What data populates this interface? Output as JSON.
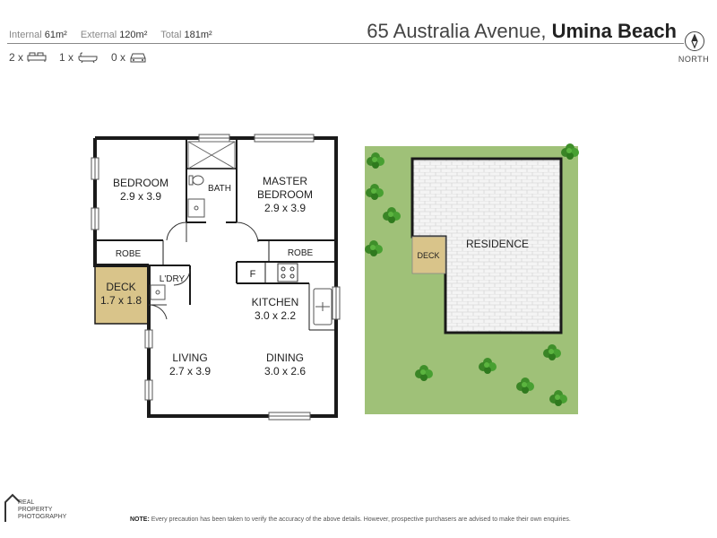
{
  "header": {
    "internal_label": "Internal",
    "internal_value": "61m²",
    "external_label": "External",
    "external_value": "120m²",
    "total_label": "Total",
    "total_value": "181m²",
    "bedrooms": "2 x",
    "bathrooms": "1 x",
    "carspaces": "0 x",
    "address_street": "65 Australia Avenue,",
    "address_suburb": "Umina Beach",
    "north_label": "NORTH"
  },
  "floorplan": {
    "bedroom_name": "BEDROOM",
    "bedroom_size": "2.9 x 3.9",
    "bath_name": "BATH",
    "master_name_1": "MASTER",
    "master_name_2": "BEDROOM",
    "master_size": "2.9 x 3.9",
    "robe_left": "ROBE",
    "robe_right": "ROBE",
    "deck_name": "DECK",
    "deck_size": "1.7 x 1.8",
    "laundry_name": "L'DRY",
    "fridge_label": "F",
    "kitchen_name": "KITCHEN",
    "kitchen_size": "3.0 x 2.2",
    "living_name": "LIVING",
    "living_size": "2.7 x 3.9",
    "dining_name": "DINING",
    "dining_size": "3.0 x 2.6"
  },
  "siteplan": {
    "residence_label": "RESIDENCE",
    "deck_label": "DECK"
  },
  "footer": {
    "note_label": "NOTE:",
    "note_text": "Every precaution has been taken to verify the accuracy of the above details. However, prospective purchasers are advised to make their own enquiries.",
    "logo_line1": "REAL",
    "logo_line2": "PROPERTY",
    "logo_line3": "PHOTOGRAPHY"
  },
  "colors": {
    "wall": "#1a1a1a",
    "deck": "#d9c48a",
    "lawn": "#9fc178",
    "tree": "#3f8f2a",
    "brick": "#f2f2f2"
  }
}
